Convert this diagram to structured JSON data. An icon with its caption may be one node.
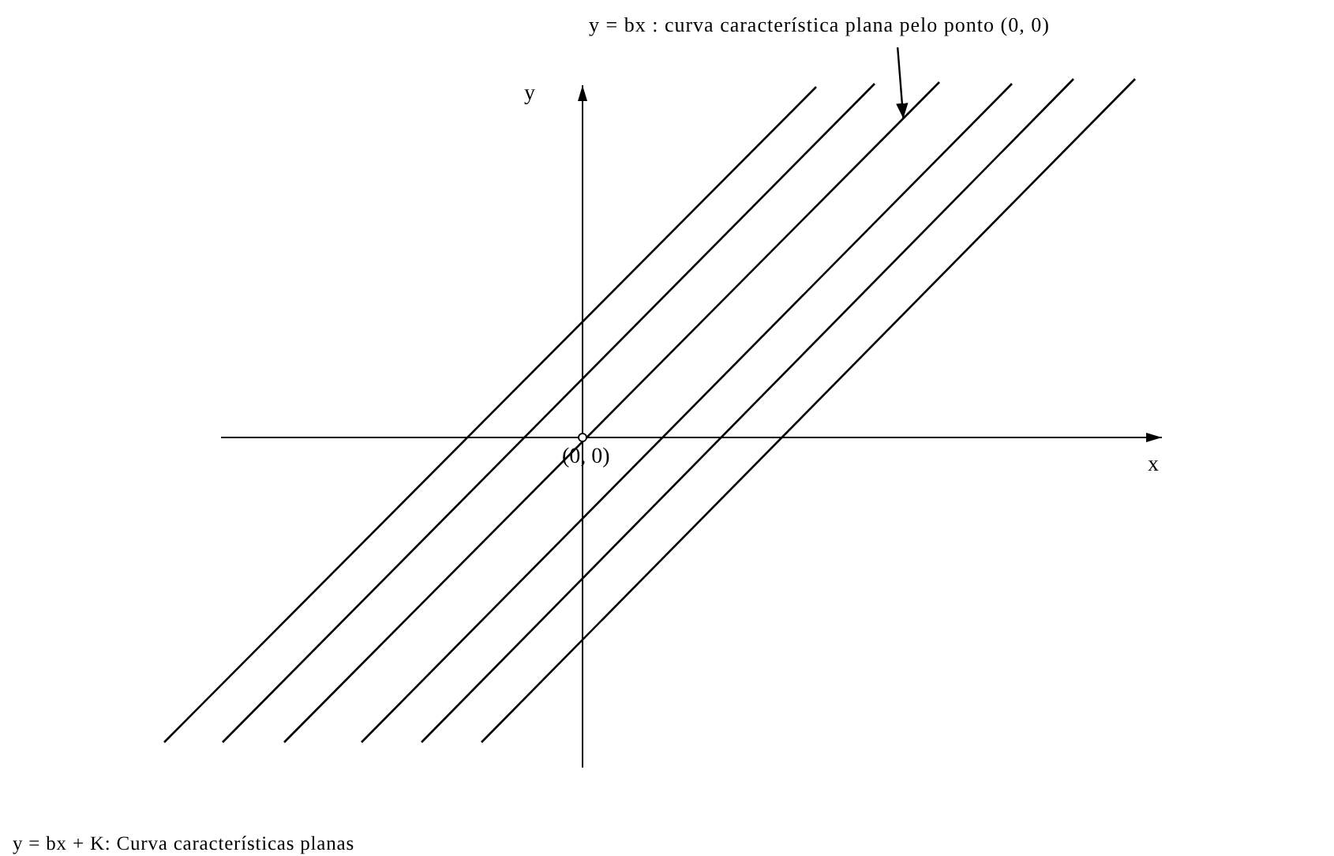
{
  "diagram": {
    "caption": "y = bx + K: Curva características planas",
    "nodes": [
      {
        "text": [
          "y = bx : curva característica plana pelo ponto (0, 0)"
        ]
      },
      {
        "text": [],
        "shape": "line"
      }
    ],
    "edges": [
      {
        "from": 0,
        "to": 1,
        "arrow": "to"
      }
    ],
    "labels": [
      "y",
      "x",
      "(0, 0)"
    ]
  }
}
